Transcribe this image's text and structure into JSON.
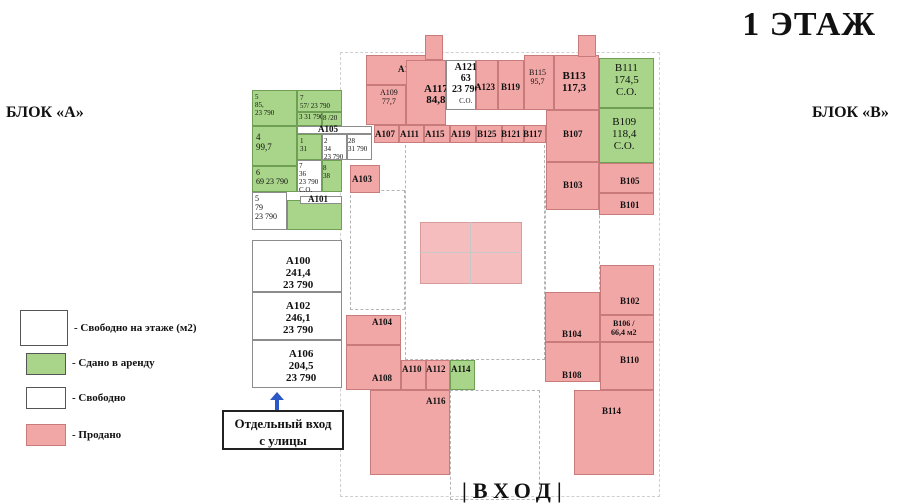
{
  "header": {
    "floor_title": "1 ЭТАЖ"
  },
  "blocks": {
    "a": "БЛОК «А»",
    "b": "БЛОК «B»"
  },
  "entrance": {
    "bottom": "ВХОД",
    "side_line1": "Отдельный вход",
    "side_line2": "с улицы"
  },
  "legend": {
    "free_floor": "- Свободно на этаже (м2)",
    "rented": "- Сдано в аренду",
    "free": "- Свободно",
    "sold": "- Продано"
  },
  "colors": {
    "sold": "#f2a7a7",
    "rented": "#a9d58a",
    "free": "#ffffff"
  },
  "rooms": {
    "a113": "A113",
    "a109": "A109",
    "a109_area": "77,7",
    "a117": "A117",
    "a117_area": "84,8",
    "a121": "A121",
    "a121_area": "63",
    "a121_price": "23 790",
    "a121_status": "С.О.",
    "a123": "A123",
    "b119": "B119",
    "b115": "B115",
    "b115_area": "95,7",
    "b113": "B113",
    "b113_area": "117,3",
    "b111": "B111",
    "b111_area": "174,5",
    "b111_status": "С.О.",
    "b109": "B109",
    "b109_area": "118,4",
    "b109_status": "С.О.",
    "a107": "A107",
    "a111": "A111",
    "a115": "A115",
    "a119": "A119",
    "b125": "B125",
    "b121": "B121",
    "b117": "B117",
    "b107": "B107",
    "a105": "A105",
    "a103": "A103",
    "a101": "A101",
    "b103": "B103",
    "b105": "B105",
    "b101": "B101",
    "a100": "A100",
    "a100_area": "241,4",
    "a100_price": "23 790",
    "a102": "A102",
    "a102_area": "246,1",
    "a102_price": "23 790",
    "a106": "A106",
    "a106_area": "204,5",
    "a106_price": "23 790",
    "a104": "A104",
    "a108": "A108",
    "a110": "A110",
    "a112": "A112",
    "a114": "A114",
    "a116": "A116",
    "b102": "B102",
    "b104": "B104",
    "b106": "B106 /",
    "b106_area": "66,4 м2",
    "b108": "B108",
    "b110": "B110",
    "b114": "B114",
    "g5_top": "5",
    "g5_top_area": "85,",
    "g5_top_price": "23 790",
    "g7_top": "7",
    "g7_top_val": "57/ 23 790",
    "g_small_a": "3",
    "g_small_a_val": "31 790",
    "g_small_b": "8 /20",
    "g4": "4",
    "g4_area": "99,7",
    "g1": "1",
    "g1_val": "31",
    "g2": "2",
    "g2_val": "34",
    "g2_price": "23 790",
    "g28": "28",
    "g28_val": "31 790",
    "g6": "6",
    "g6_val": "69 23 790",
    "g7b": "7",
    "g7b_val": "36",
    "g7b_price": "23 790",
    "g7b_status": "С.О.",
    "g8": "8",
    "g8_val": "38",
    "g5b": "5",
    "g5b_area": "79",
    "g5b_price": "23 790"
  }
}
